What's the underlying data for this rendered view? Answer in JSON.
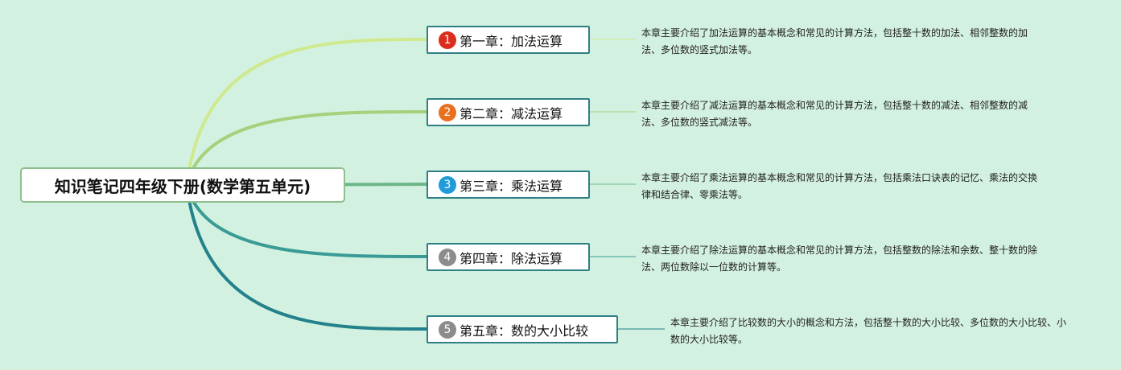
{
  "root": {
    "title": "知识笔记四年级下册(数学第五单元)"
  },
  "chapters": [
    {
      "number": "1",
      "title": "第一章：加法运算",
      "description": "本章主要介绍了加法运算的基本概念和常见的计算方法，包括整十数的加法、相邻整数的加法、多位数的竖式加法等。",
      "badge_color": "#dc2e1c",
      "line_color": "#cfe98f"
    },
    {
      "number": "2",
      "title": "第二章：减法运算",
      "description": "本章主要介绍了减法运算的基本概念和常见的计算方法，包括整十数的减法、相邻整数的减法、多位数的竖式减法等。",
      "badge_color": "#e8711f",
      "line_color": "#a5d17c"
    },
    {
      "number": "3",
      "title": "第三章：乘法运算",
      "description": "本章主要介绍了乘法运算的基本概念和常见的计算方法，包括乘法口诀表的记忆、乘法的交换律和结合律、零乘法等。",
      "badge_color": "#1e9bd8",
      "line_color": "#6db68a"
    },
    {
      "number": "4",
      "title": "第四章：除法运算",
      "description": "本章主要介绍了除法运算的基本概念和常见的计算方法，包括整数的除法和余数、整十数的除法、两位数除以一位数的计算等。",
      "badge_color": "#8c8c8c",
      "line_color": "#3a9b96"
    },
    {
      "number": "5",
      "title": "第五章：数的大小比较",
      "description": "本章主要介绍了比较数的大小的概念和方法，包括整十数的大小比较、多位数的大小比较、小数的大小比较等。",
      "badge_color": "#8c8c8c",
      "line_color": "#22818a"
    }
  ]
}
